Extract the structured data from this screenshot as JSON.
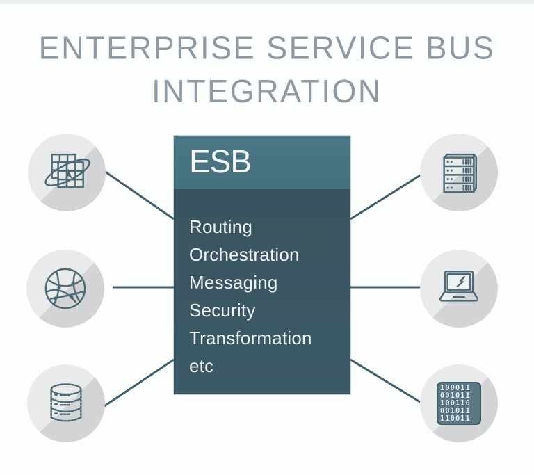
{
  "title": {
    "line1": "ENTERPRISE SERVICE BUS",
    "line2": "INTEGRATION"
  },
  "esb": {
    "header": "ESB",
    "items": [
      "Routing",
      "Orchestration",
      "Messaging",
      "Security",
      "Transformation",
      "etc"
    ]
  },
  "nodes": {
    "left": [
      {
        "icon": "application-grid-orbit-icon"
      },
      {
        "icon": "network-globe-icon"
      },
      {
        "icon": "database-icon"
      }
    ],
    "right": [
      {
        "icon": "server-stack-icon"
      },
      {
        "icon": "laptop-icon"
      },
      {
        "icon": "binary-data-icon"
      }
    ]
  },
  "binary_icon_rows": [
    "100011",
    "001011",
    "100110",
    "001011",
    "110011"
  ],
  "colors": {
    "esb_header_bg": "#47737f",
    "esb_body_bg": "#3a5763",
    "connector_line": "#3f5e6c",
    "title_text": "#8e9aa3",
    "icon_stroke": "#4d6b76",
    "circle_light": "#e9eaea",
    "circle_dark": "#d3d4d5",
    "binary_block_bg": "#5b7984"
  }
}
